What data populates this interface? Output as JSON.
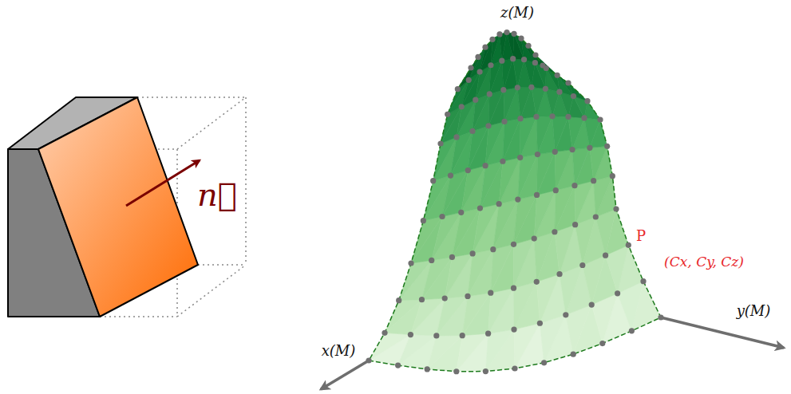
{
  "diagram": {
    "labels": [
      "n⃗",
      "z(M)",
      "P",
      "(Cx, Cy, Cz)",
      "y(M)",
      "x(M)"
    ]
  }
}
